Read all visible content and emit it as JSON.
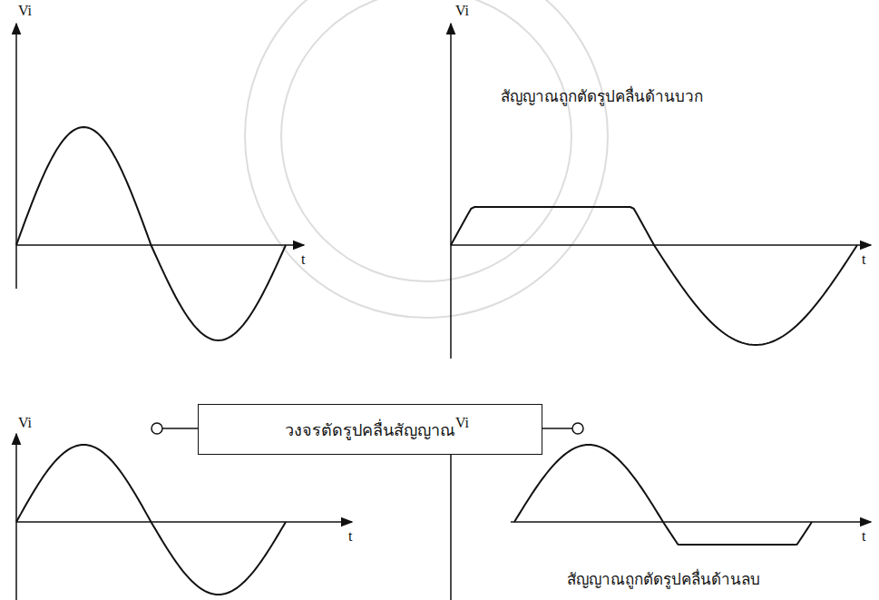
{
  "diagram": {
    "nodes": [
      {
        "text": [
          "วงจรตัดรูปคลื่นสัญญาณ"
        ]
      }
    ],
    "labels": [
      "Vi",
      "t",
      "Vi",
      "สัญญาณถูกตัดรูปคลื่นด้านบวก",
      "t",
      "Vi",
      "t",
      "Vi",
      "t",
      "สัญญาณถูกตัดรูปคลื่นด้านลบ"
    ]
  }
}
